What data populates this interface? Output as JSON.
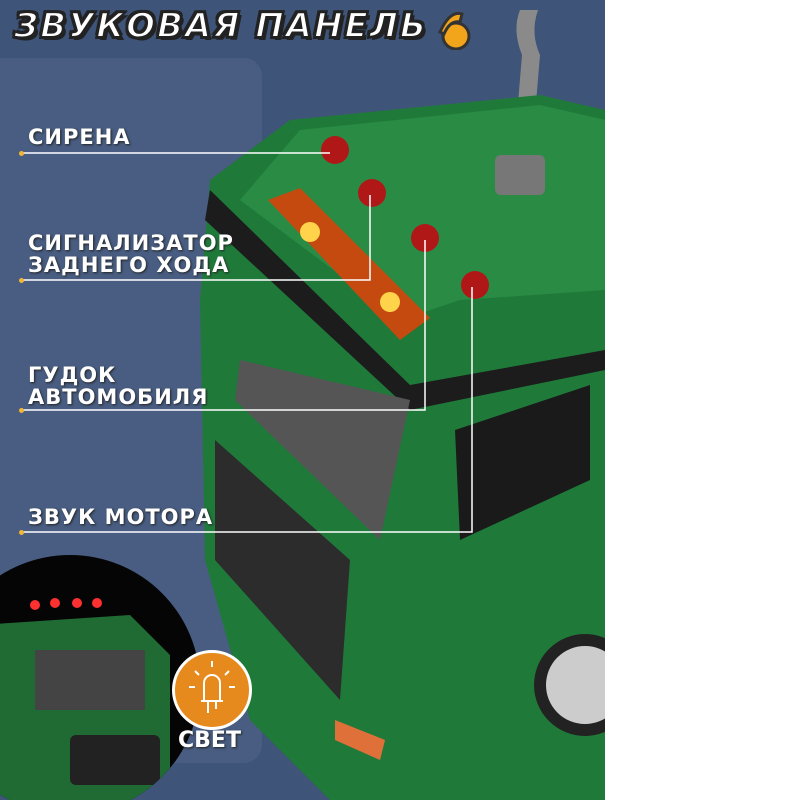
{
  "title": "ЗВУКОВАЯ ПАНЕЛЬ",
  "title_icon": "music-note-icon",
  "features": [
    {
      "label_lines": [
        "СИРЕНА"
      ]
    },
    {
      "label_lines": [
        "СИГНАЛИЗАТОР",
        "ЗАДНЕГО ХОДА"
      ]
    },
    {
      "label_lines": [
        "ГУДОК",
        "АВТОМОБИЛЯ"
      ]
    },
    {
      "label_lines": [
        "ЗВУК МОТОРА"
      ]
    }
  ],
  "light": {
    "label": "СВЕТ",
    "icon": "led-icon"
  },
  "colors": {
    "background": "#3e5479",
    "truck": "#1f7a3a",
    "accent": "#f2b632",
    "badge": "#e68a1e"
  }
}
